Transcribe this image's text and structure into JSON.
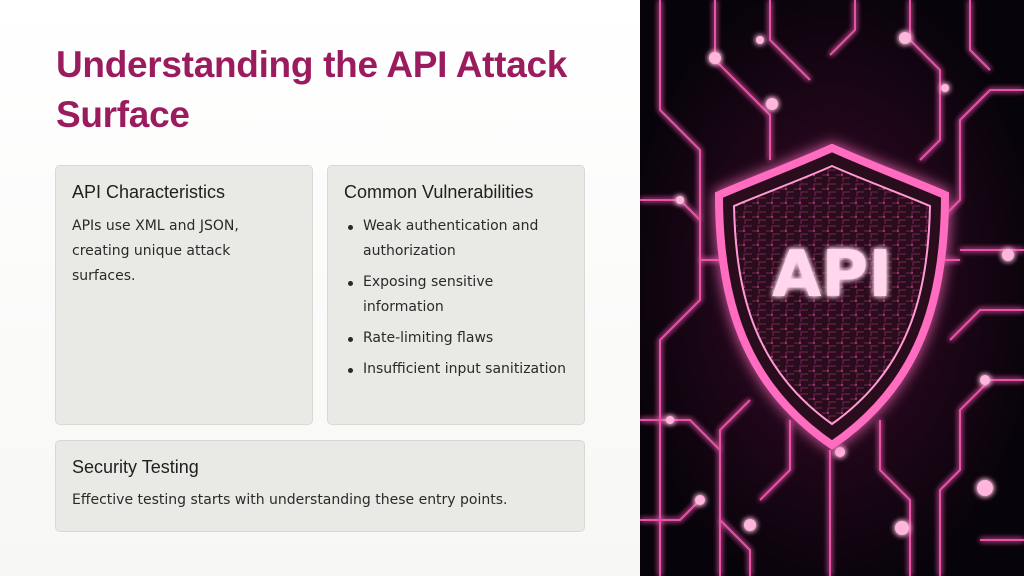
{
  "slide": {
    "title": "Understanding the API Attack Surface"
  },
  "cards": {
    "characteristics": {
      "heading": "API Characteristics",
      "body": "APIs use XML and JSON, creating unique attack surfaces."
    },
    "vulnerabilities": {
      "heading": "Common Vulnerabilities",
      "items": [
        "Weak authentication and authorization",
        "Exposing sensitive information",
        "Rate-limiting flaws",
        "Insufficient input sanitization"
      ]
    },
    "testing": {
      "heading": "Security Testing",
      "body": "Effective testing starts with understanding these entry points."
    }
  },
  "hero_image": {
    "shield_text": "API",
    "icon": "shield-circuit-icon",
    "colors": {
      "glow": "#ff4fb0",
      "shield_fill": "#2a0a1e",
      "background": "#07030a"
    }
  },
  "colors": {
    "title": "#9b1c5e",
    "card_bg": "#e9e9e5",
    "text": "#2a2a2a"
  }
}
